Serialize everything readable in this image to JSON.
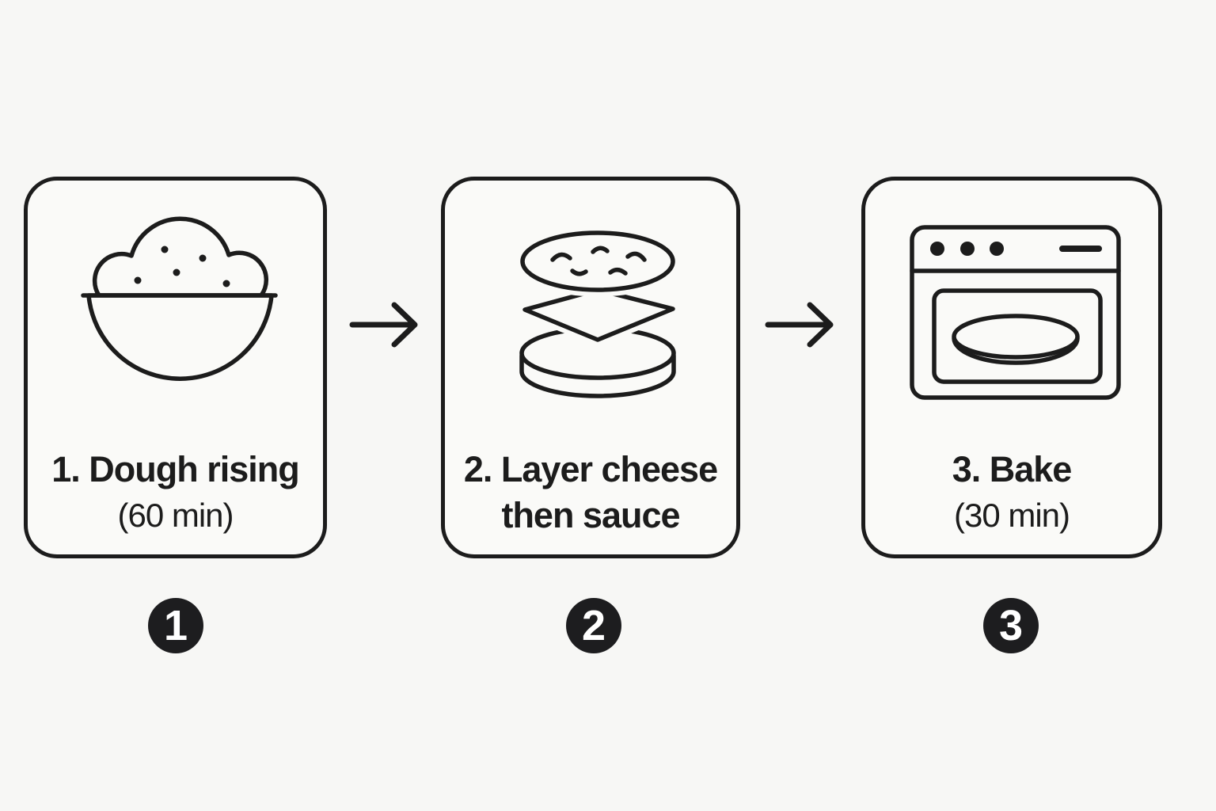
{
  "colors": {
    "background": "#f7f7f5",
    "card_background": "#fafaf8",
    "ink": "#1c1c1c",
    "badge_background": "#1d1d1f",
    "badge_text": "#ffffff"
  },
  "steps": [
    {
      "badge": "1",
      "icon": "dough-bowl-icon",
      "line1": "1. Dough rising",
      "line2": "(60 min)"
    },
    {
      "badge": "2",
      "icon": "layer-stack-icon",
      "line1": "2. Layer cheese",
      "line2": "then sauce"
    },
    {
      "badge": "3",
      "icon": "oven-icon",
      "line1": "3. Bake",
      "line2": "(30 min)"
    }
  ],
  "arrows": [
    {
      "icon": "right-arrow-icon"
    },
    {
      "icon": "right-arrow-icon"
    }
  ]
}
